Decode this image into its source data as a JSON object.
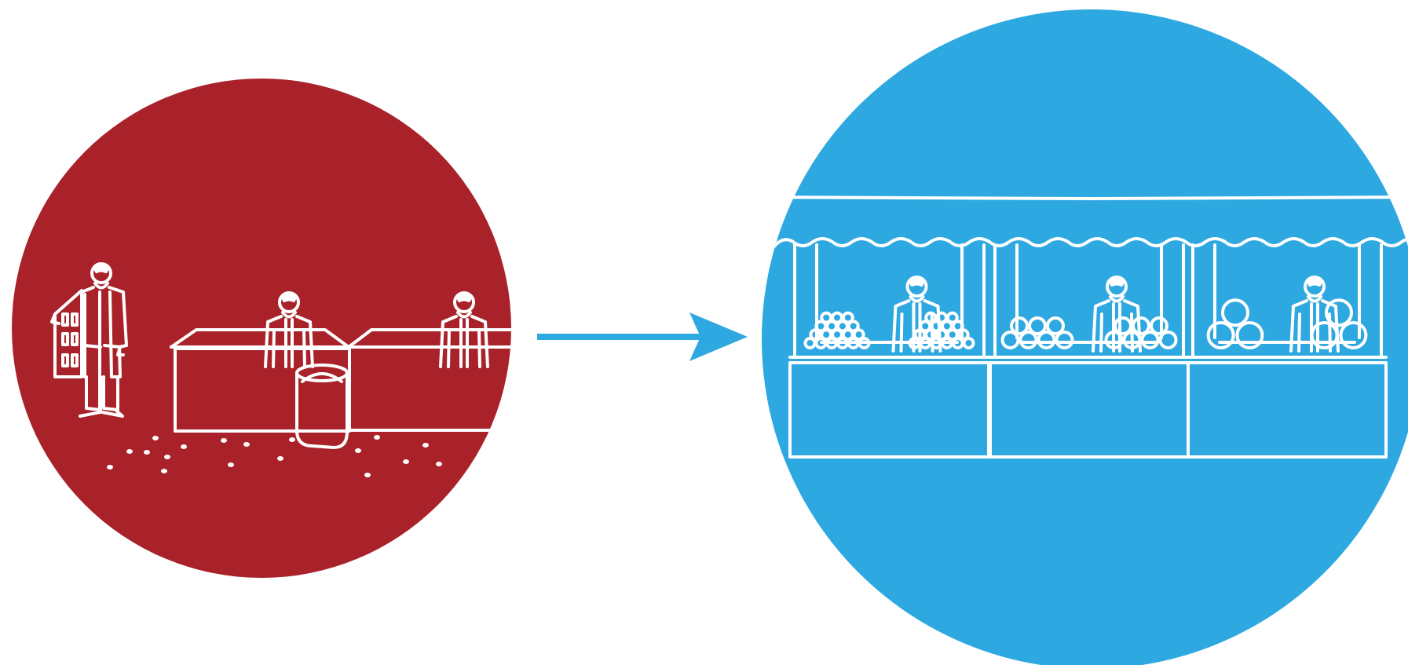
{
  "colors": {
    "before_circle": "#a9222a",
    "after_circle": "#2ea8e0",
    "arrow": "#2ea8e0",
    "line_art": "#ffffff",
    "background": "#ffffff"
  },
  "before_scene": {
    "icons": [
      "standing-person-with-building-icon",
      "vendor-icon",
      "vendor-icon",
      "counter-icon",
      "bucket-icon",
      "scattered-dots-icon"
    ]
  },
  "after_scene": {
    "icons": [
      "awning-icon",
      "market-stall-icon",
      "vendor-icon",
      "produce-pile-icon"
    ],
    "stalls": [
      {
        "produce": "small-fruit"
      },
      {
        "produce": "medium-fruit"
      },
      {
        "produce": "large-fruit"
      }
    ]
  },
  "arrow": {
    "direction": "right"
  }
}
